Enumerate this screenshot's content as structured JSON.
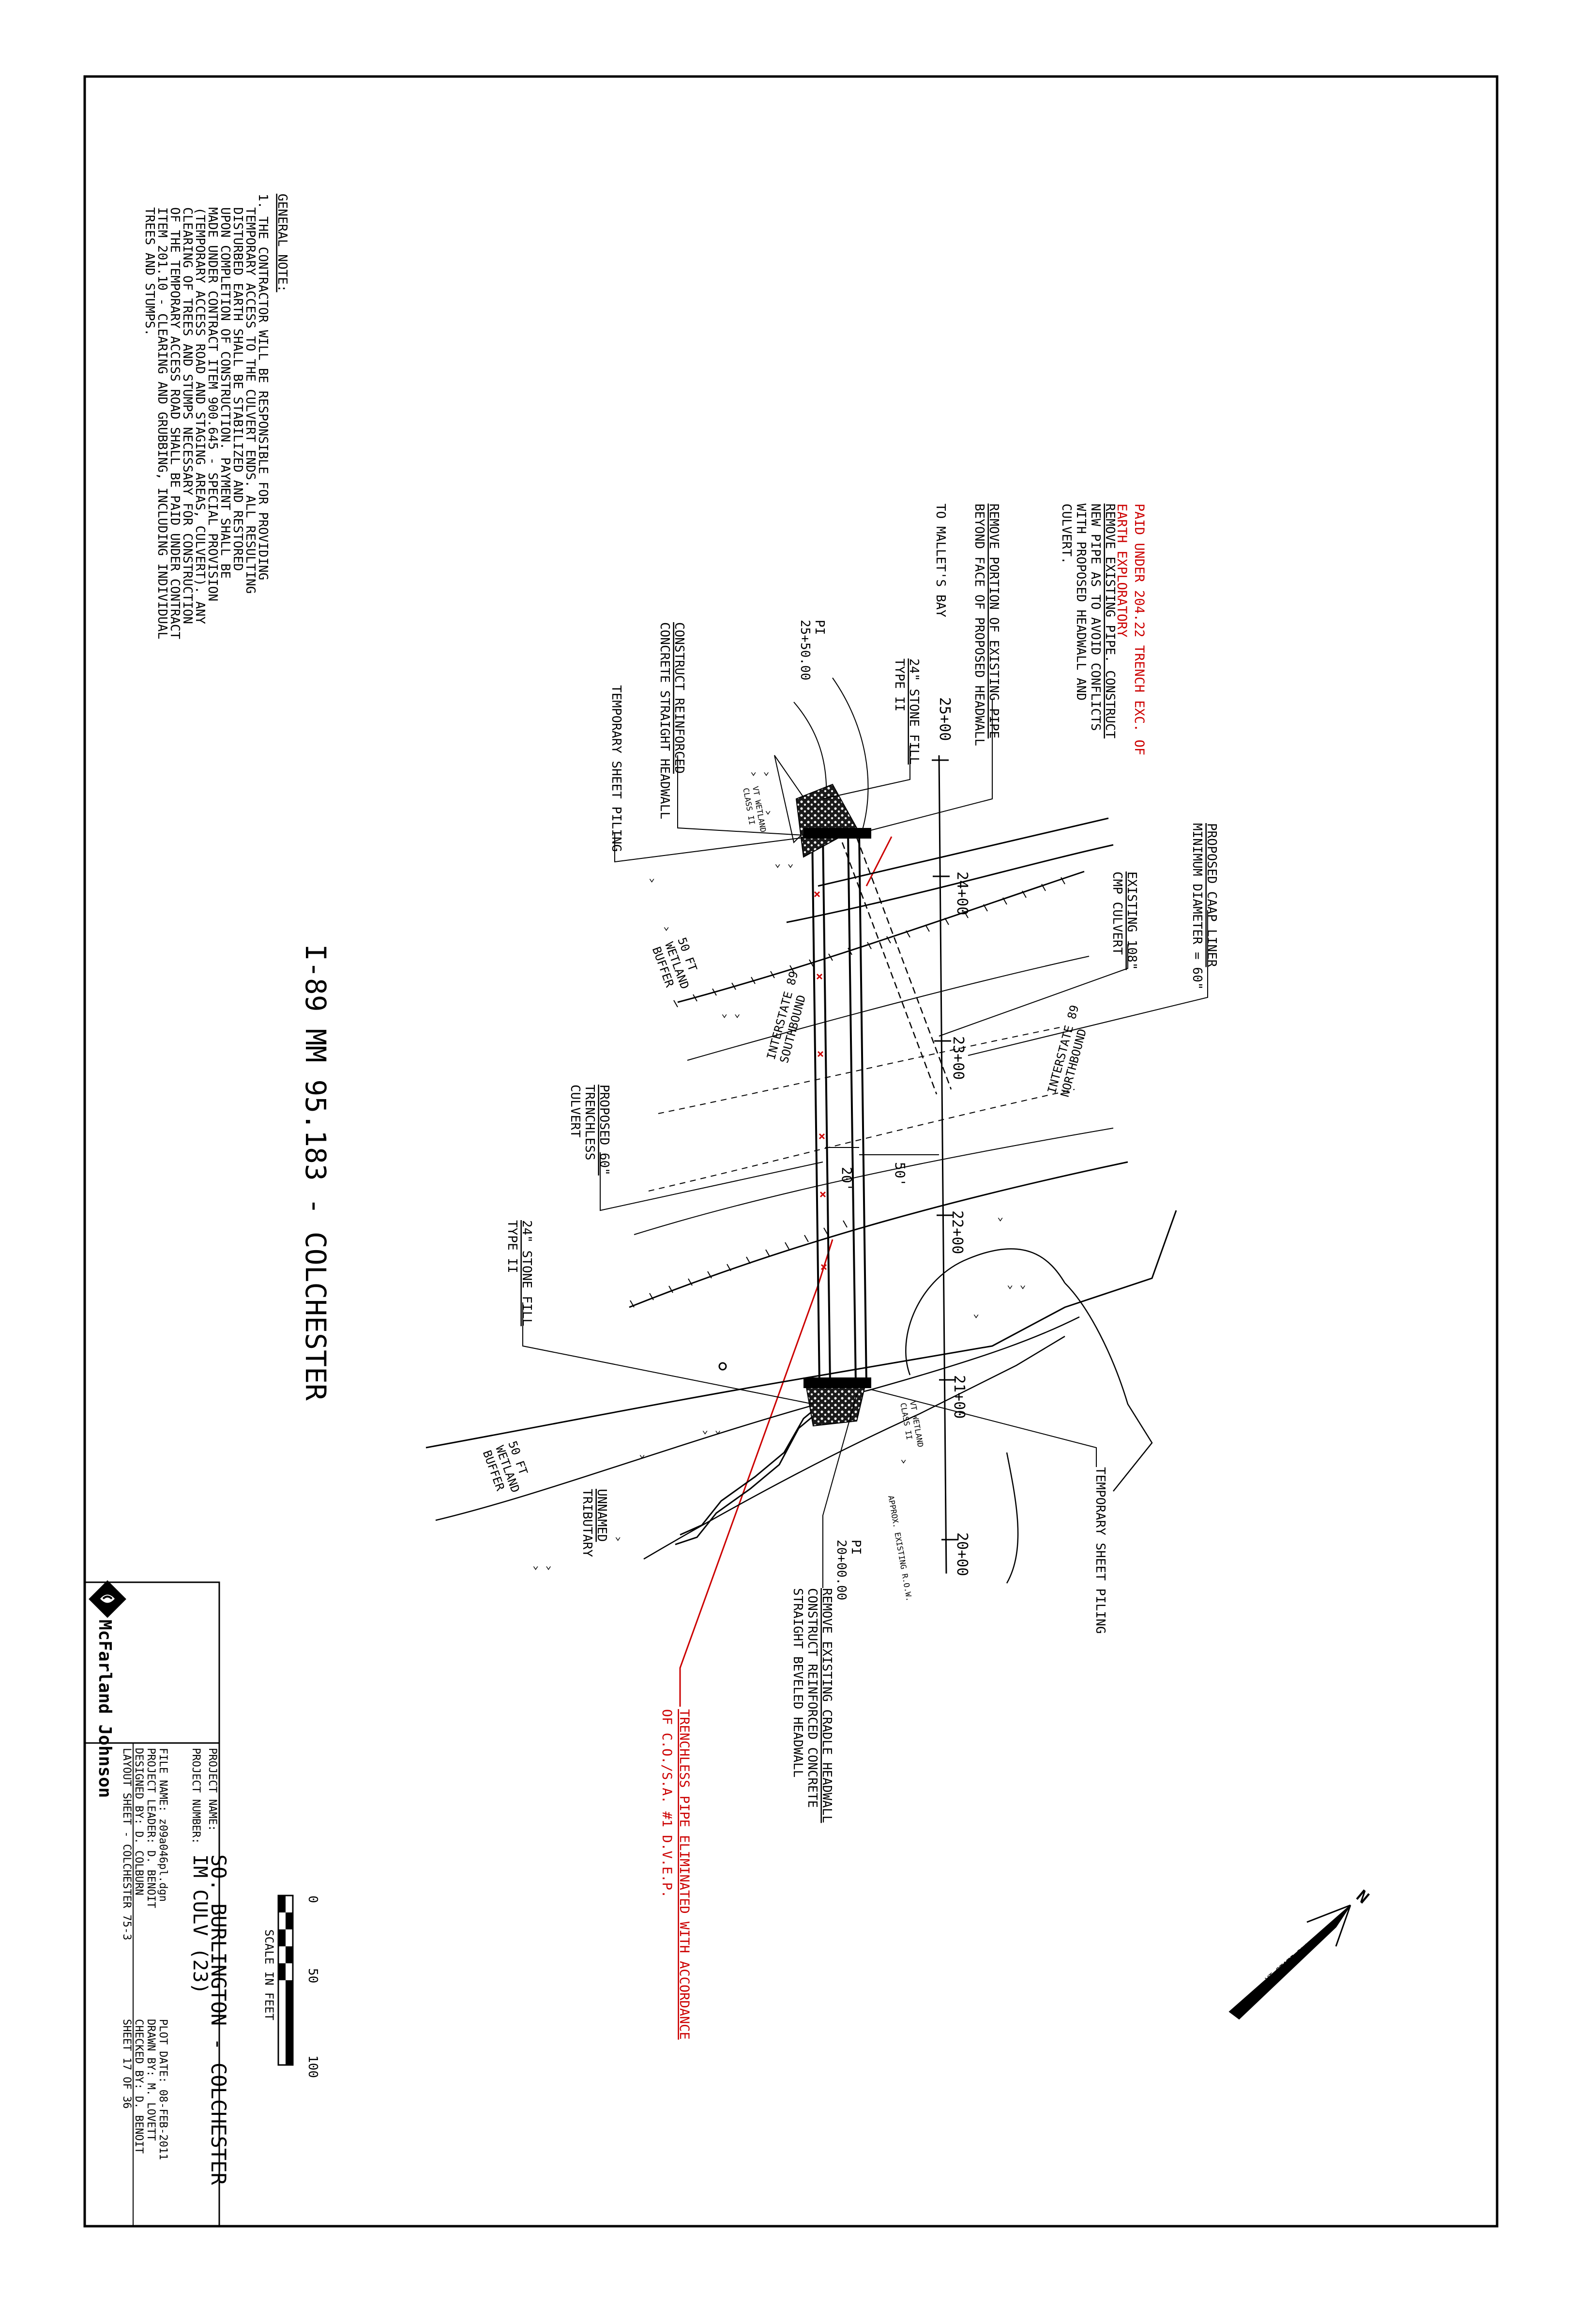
{
  "general_note": {
    "heading": "GENERAL NOTE:",
    "lines": [
      "1. THE CONTRACTOR WILL BE RESPONSIBLE FOR PROVIDING",
      "TEMPORARY ACCESS TO THE CULVERT ENDS. ALL RESULTING",
      "DISTURBED EARTH SHALL BE STABILIZED AND RESTORED",
      "UPON COMPLETION OF CONSTRUCTION. PAYMENT SHALL BE",
      "MADE UNDER CONTRACT ITEM 900.645 - SPECIAL PROVISION",
      "(TEMPORARY ACCESS ROAD AND STAGING AREAS, CULVERT). ANY",
      "CLEARING OF TREES AND STUMPS NECESSARY FOR CONSTRUCTION",
      "OF THE TEMPORARY ACCESS ROAD SHALL BE PAID UNDER CONTRACT",
      "ITEM 201.10 - CLEARING AND GRUBBING, INCLUDING INDIVIDUAL",
      "TREES AND STUMPS."
    ]
  },
  "title": "I-89 MM 95.183 - COLCHESTER",
  "red_notes": {
    "paid_under": [
      "PAID UNDER 204.22 TRENCH EXC. OF",
      "EARTH EXPLORATORY"
    ],
    "trenchless": [
      "TRENCHLESS PIPE ELIMINATED WITH ACCORDANCE",
      "OF C.O./S.A. #1 D.V.E.P."
    ]
  },
  "callouts": {
    "remove_existing_pipe": [
      "REMOVE EXISTING PIPE. CONSTRUCT",
      "NEW PIPE AS TO AVOID CONFLICTS",
      "WITH PROPOSED HEADWALL AND",
      "CULVERT."
    ],
    "remove_portion": [
      "REMOVE PORTION OF EXISTING PIPE",
      "BEYOND FACE OF PROPOSED HEADWALL"
    ],
    "mallets_bay": "TO MALLET'S BAY",
    "pi_top": [
      "PI",
      "25+50.00"
    ],
    "stone_fill_top": [
      "24\" STONE FILL",
      "TYPE II"
    ],
    "construct_headwall_top": [
      "CONSTRUCT REINFORCED",
      "CONCRETE STRAIGHT HEADWALL"
    ],
    "temp_sheet_top": "TEMPORARY SHEET PILING",
    "proposed_liner": [
      "PROPOSED CAAP LINER",
      "MINIMUM DIAMETER = 60\""
    ],
    "existing_culvert": [
      "EXISTING 108\"",
      "CMP CULVERT"
    ],
    "wetland_buffer": [
      "50 FT",
      "WETLAND",
      "BUFFER"
    ],
    "interstate_sb": [
      "INTERSTATE 89",
      "SOUTHBOUND"
    ],
    "interstate_nb": [
      "INTERSTATE 89",
      "NORTHBOUND"
    ],
    "proposed_trenchless": [
      "PROPOSED 60\"",
      "TRENCHLESS",
      "CULVERT"
    ],
    "stone_fill_bottom": [
      "24\" STONE FILL",
      "TYPE II"
    ],
    "unnamed_tributary": [
      "UNNAMED",
      "TRIBUTARY"
    ],
    "pi_bottom": [
      "PI",
      "20+00.00"
    ],
    "remove_cradle": [
      "REMOVE EXISTING CRADLE HEADWALL",
      "CONSTRUCT REINFORCED CONCRETE",
      "STRAIGHT BEVELED HEADWALL"
    ],
    "temp_sheet_bottom": "TEMPORARY SHEET PILING",
    "vt_wetland": [
      "VT WETLAND",
      "CLASS II"
    ],
    "approx_row": "APPROX. EXISTING R.O.W.",
    "dim_20": "20'",
    "dim_50": "50'"
  },
  "stations": [
    "25+00",
    "24+00",
    "23+00",
    "22+00",
    "21+00",
    "20+00"
  ],
  "north": {
    "letter": "N",
    "label": "VT STATE PLANE GRID"
  },
  "scale": {
    "zero": "0",
    "mid": "50",
    "end": "100",
    "label": "SCALE IN FEET"
  },
  "title_block": {
    "company": "McFarland Johnson",
    "project_name_label": "PROJECT NAME:",
    "project_name": "SO. BURLINGTON - COLCHESTER",
    "project_number_label": "PROJECT NUMBER:",
    "project_number": "IM CULV (23)",
    "left_lines": [
      "FILE NAME: z09a046pl.dgn",
      "PROJECT LEADER: D. BENOIT",
      "DESIGNED BY: D. COLBURN",
      "LAYOUT SHEET - COLCHESTER 75-3"
    ],
    "right_lines": [
      "PLOT DATE: 08-FEB-2011",
      "DRAWN BY: M. LOVETT",
      "CHECKED BY: D. BENOIT",
      "SHEET 17 OF 36"
    ]
  }
}
